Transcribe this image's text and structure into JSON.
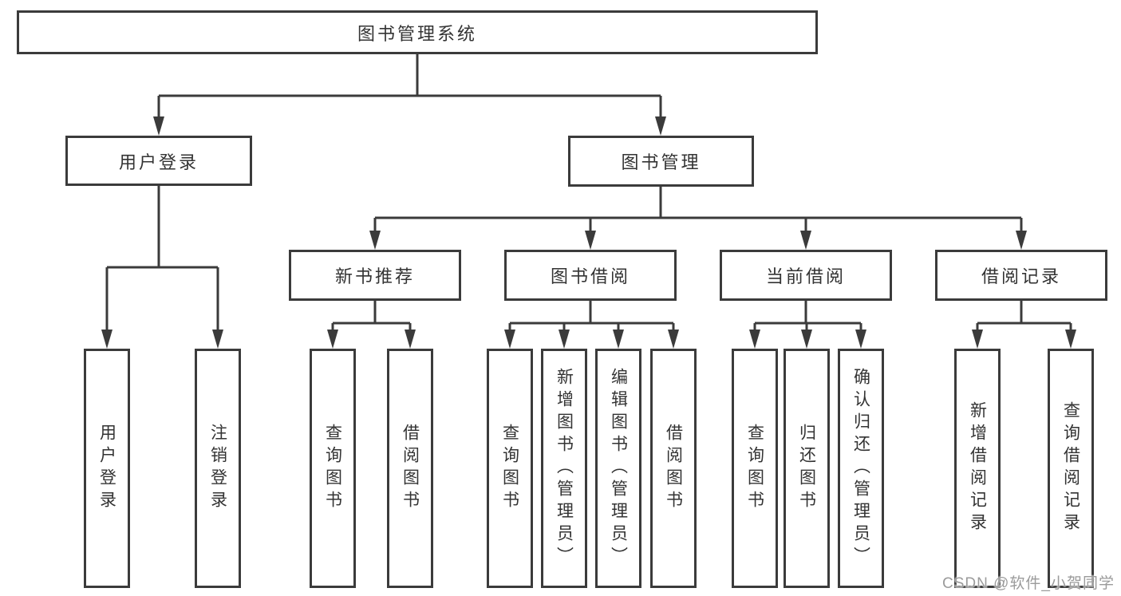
{
  "diagram_title": "图书管理系统",
  "tree": {
    "label": "图书管理系统",
    "children": [
      {
        "label": "用户登录",
        "children": [
          {
            "label": "用户登录"
          },
          {
            "label": "注销登录"
          }
        ]
      },
      {
        "label": "图书管理",
        "children": [
          {
            "label": "新书推荐",
            "children": [
              {
                "label": "查询图书"
              },
              {
                "label": "借阅图书"
              }
            ]
          },
          {
            "label": "图书借阅",
            "children": [
              {
                "label": "查询图书"
              },
              {
                "label": "新增图书（管理员）"
              },
              {
                "label": "编辑图书（管理员）"
              },
              {
                "label": "借阅图书"
              }
            ]
          },
          {
            "label": "当前借阅",
            "children": [
              {
                "label": "查询图书"
              },
              {
                "label": "归还图书"
              },
              {
                "label": "确认归还（管理员）"
              }
            ]
          },
          {
            "label": "借阅记录",
            "children": [
              {
                "label": "新增借阅记录"
              },
              {
                "label": "查询借阅记录"
              }
            ]
          }
        ]
      }
    ]
  },
  "watermark": {
    "text": "CSDN @软件_小贺同学"
  },
  "colors": {
    "line": "#3b3b3b",
    "text": "#333333",
    "background": "#ffffff",
    "watermark": "#9b9b9b"
  }
}
